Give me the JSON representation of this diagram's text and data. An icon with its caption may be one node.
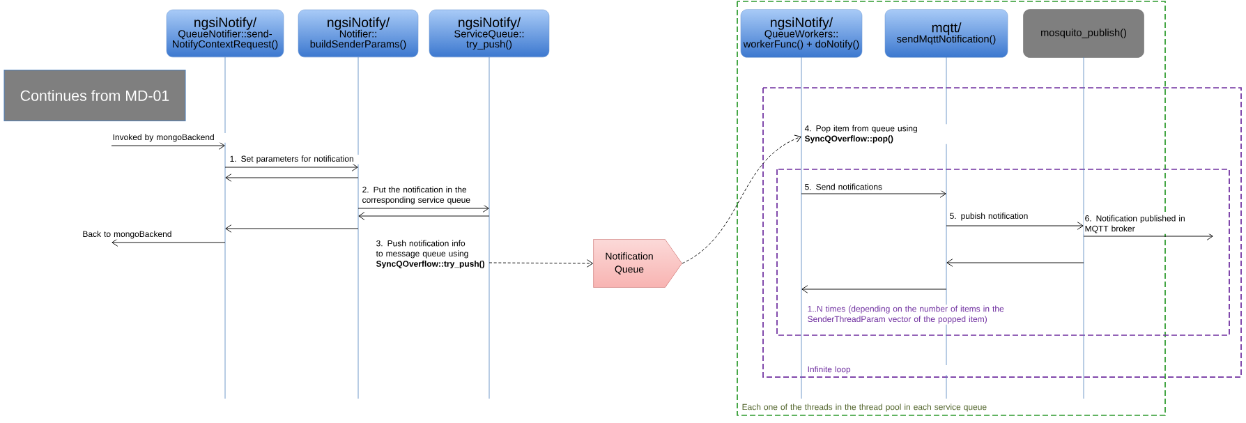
{
  "diagram": {
    "nodes": [
      {
        "text": [
          "ngsiNotify/",
          "QueueNotifier::send-NotifyContextRequest()"
        ]
      },
      {
        "text": [
          "ngsiNotify/",
          "Notifier:: buildSenderParams()"
        ]
      },
      {
        "text": [
          "ngsiNotify/",
          "ServiceQueue:: try_push()"
        ]
      },
      {
        "text": [
          "Continues from MD-01"
        ]
      },
      {
        "text": [
          "Notification Queue"
        ]
      },
      {
        "text": [
          "ngsiNotify/",
          "QueueWorkers:: workerFunc() + doNotify()"
        ]
      },
      {
        "text": [
          "mqtt/",
          "sendMqttNotification()"
        ]
      },
      {
        "text": [
          "mosquito_publish()"
        ]
      }
    ],
    "edges": [
      {
        "from": null,
        "to": 0,
        "arrow": "to",
        "label": "Invoked by mongoBackend"
      },
      {
        "from": 0,
        "to": 1,
        "arrow": "to",
        "label": "1. Set parameters for notification"
      },
      {
        "from": 1,
        "to": 0,
        "arrow": "to"
      },
      {
        "from": 1,
        "to": 2,
        "arrow": "to",
        "label": "2. Put the notification in the corresponding service queue"
      },
      {
        "from": 2,
        "to": 1,
        "arrow": "to"
      },
      {
        "from": 1,
        "to": 0,
        "arrow": "to"
      },
      {
        "from": 0,
        "to": null,
        "arrow": "to",
        "label": "Back to mongoBackend"
      },
      {
        "from": 2,
        "to": 4,
        "arrow": "to",
        "style": "dashed",
        "label": "3. Push notification info to message queue using **SyncQOverflow::try_push()**"
      },
      {
        "from": 4,
        "to": 5,
        "arrow": "to",
        "style": "dashed",
        "label": "4. Pop item from queue using **SyncQOverflow::pop()**"
      },
      {
        "from": 5,
        "to": 6,
        "arrow": "to",
        "label": "5. Send notifications"
      },
      {
        "from": 6,
        "to": 7,
        "arrow": "to",
        "label": "5. pubish notification"
      },
      {
        "from": 7,
        "to": null,
        "arrow": "to",
        "label": "6. Notification published in MQTT broker"
      },
      {
        "from": 7,
        "to": 6,
        "arrow": "to"
      },
      {
        "from": 6,
        "to": 5,
        "arrow": "to"
      }
    ],
    "labels": [
      "1..N times (depending on the number of items in the SenderThreadParam vector of the popped item)",
      "Infinite loop",
      "Each one of the threads in the thread pool in each service queue"
    ]
  }
}
